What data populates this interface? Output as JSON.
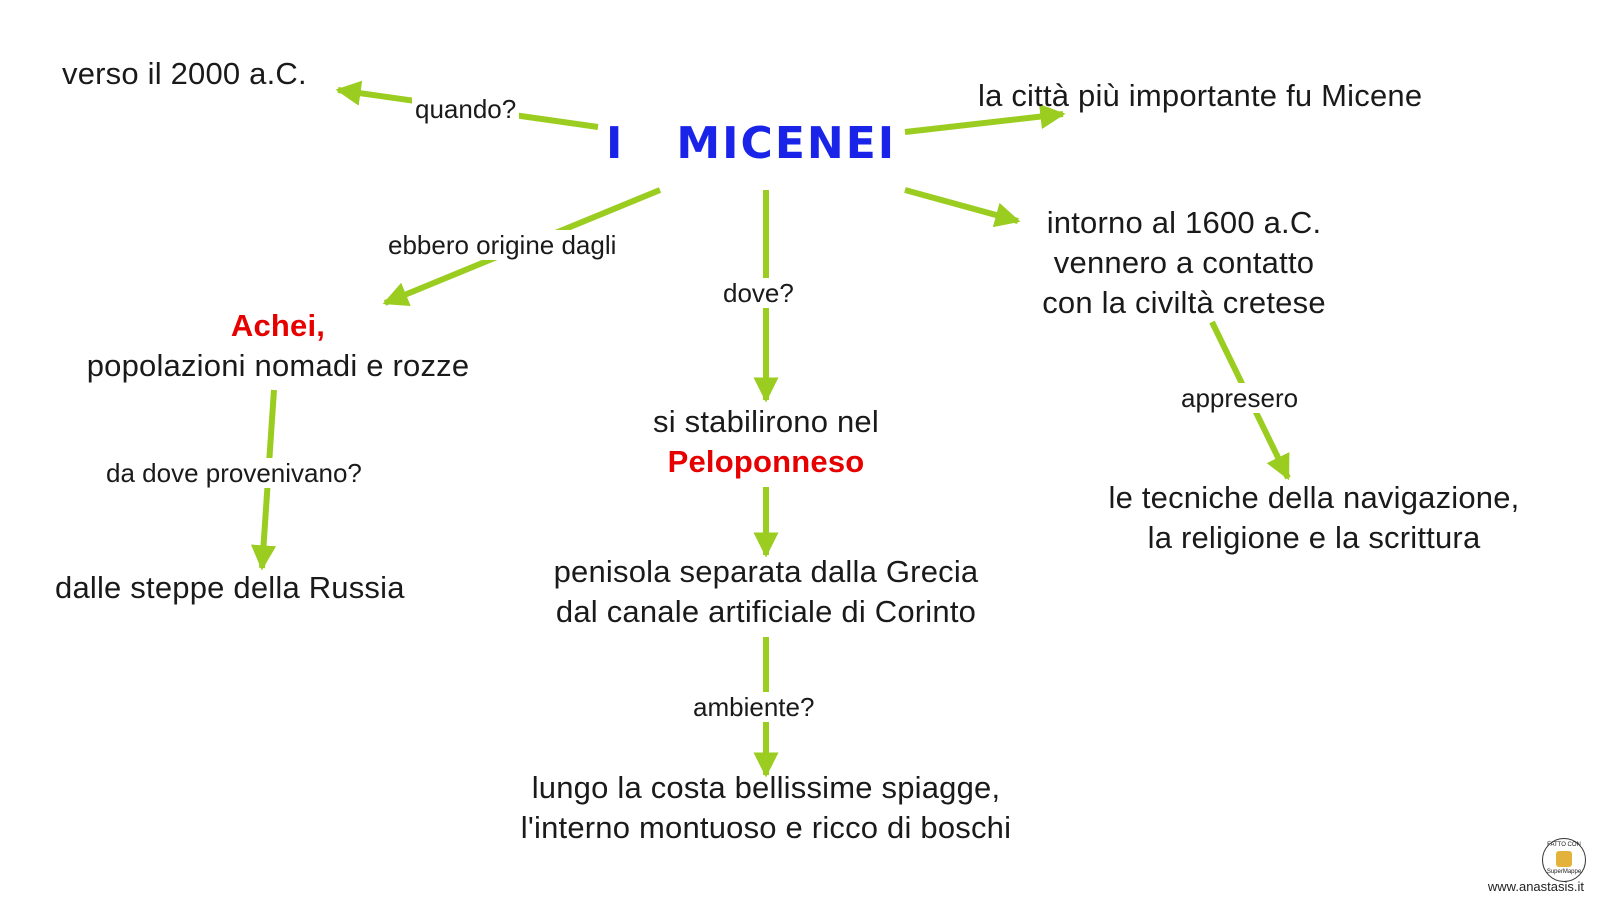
{
  "title": [
    "I",
    "MICENEI"
  ],
  "nodes": {
    "date": "verso il 2000 a.C.",
    "city": "la città più importante fu Micene",
    "origin_name": "Achei,",
    "origin_desc": "popolazioni nomadi e rozze",
    "contact": [
      "intorno al 1600 a.C.",
      "vennero a contatto",
      "con la civiltà cretese"
    ],
    "settle_line1": "si stabilirono nel",
    "settle_place": "Peloponneso",
    "provenance": "dalle steppe della Russia",
    "peninsula": [
      "penisola separata dalla Grecia",
      "dal canale artificiale di Corinto"
    ],
    "learned": [
      "le tecniche della navigazione,",
      "la religione e la scrittura"
    ],
    "environment": [
      "lungo la costa bellissime spiagge,",
      "l'interno montuoso e ricco di boschi"
    ]
  },
  "labels": {
    "when": "quando?",
    "origin": "ebbero origine dagli",
    "where": "dove?",
    "from_where": "da dove provenivano?",
    "learned": "appresero",
    "environment": "ambiente?"
  },
  "colors": {
    "title": "#1a24e8",
    "highlight": "#e60000",
    "connector": "#9acd1f"
  },
  "footer": {
    "site": "www.anastasis.it",
    "badge_top": "FATTO CON",
    "badge_bottom": "SuperMappe"
  }
}
